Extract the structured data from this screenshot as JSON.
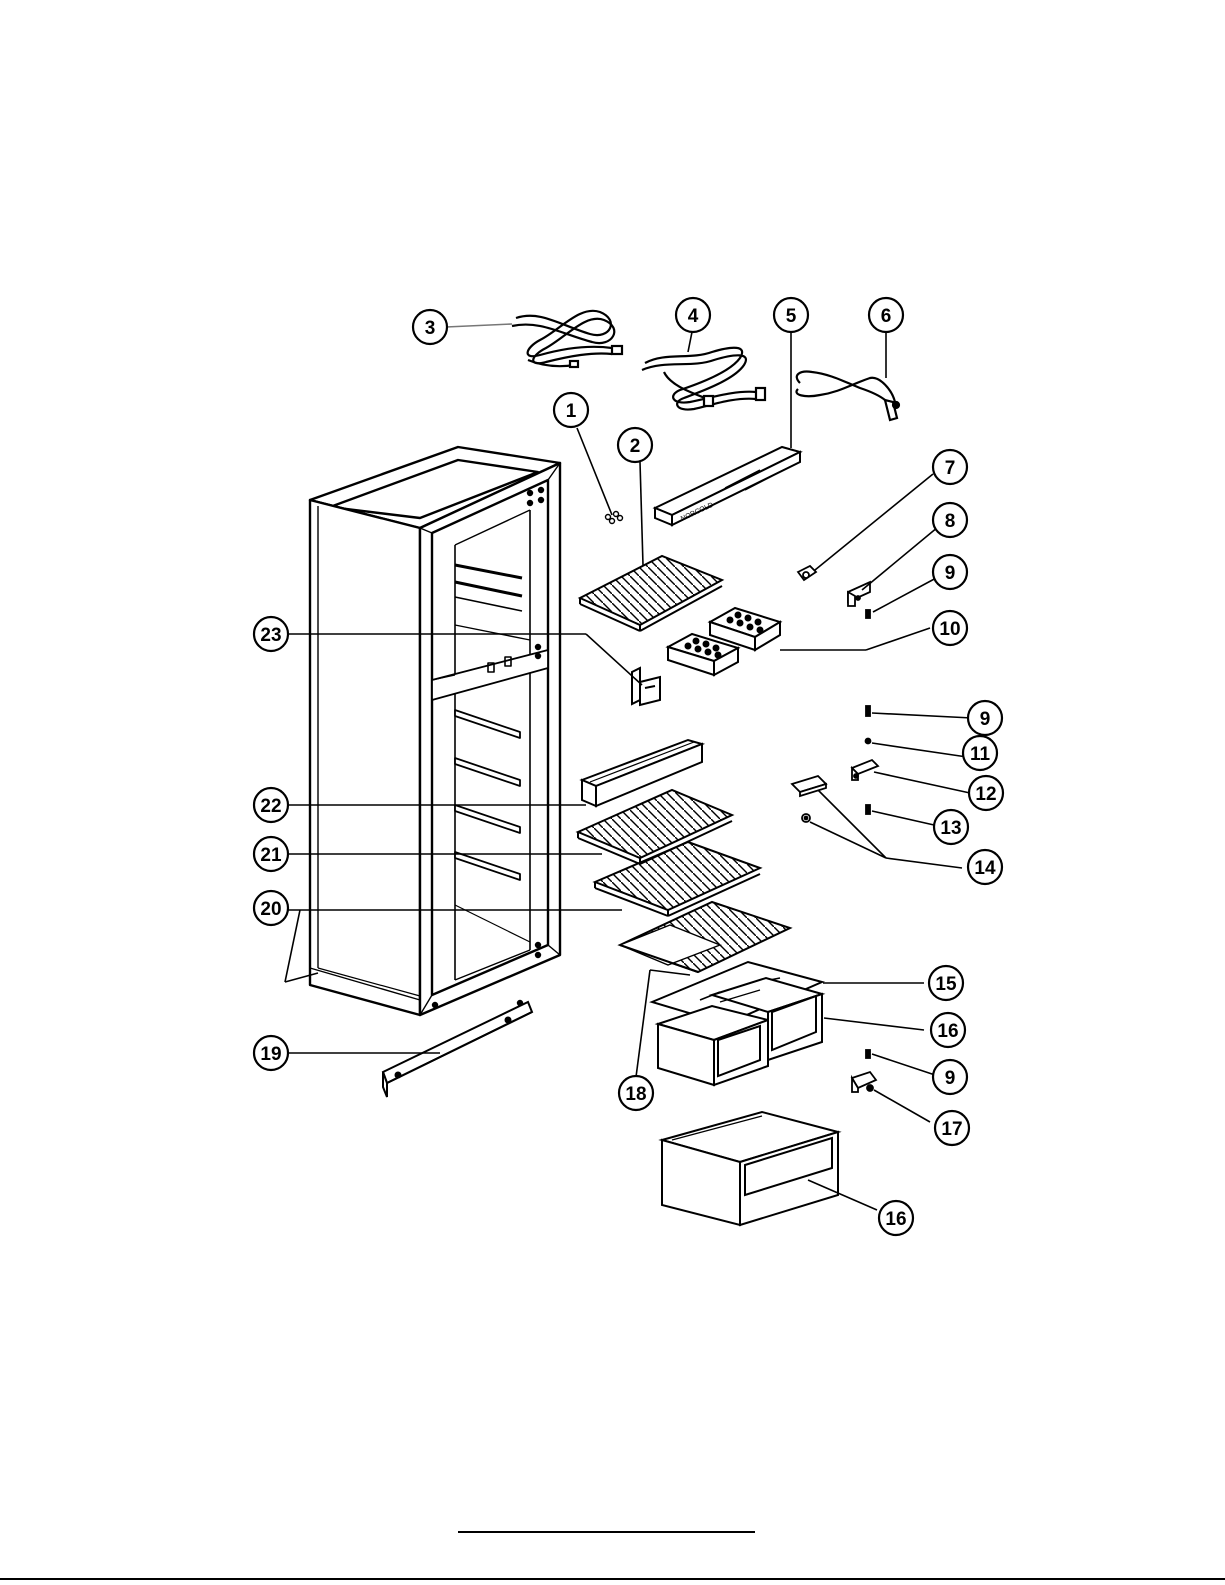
{
  "diagram": {
    "type": "exploded-parts-view",
    "subject": "refrigerator cabinet",
    "callouts": [
      {
        "id": "c1",
        "label": "1"
      },
      {
        "id": "c2",
        "label": "2"
      },
      {
        "id": "c3",
        "label": "3"
      },
      {
        "id": "c4",
        "label": "4"
      },
      {
        "id": "c5",
        "label": "5"
      },
      {
        "id": "c6",
        "label": "6"
      },
      {
        "id": "c7",
        "label": "7"
      },
      {
        "id": "c8",
        "label": "8"
      },
      {
        "id": "c9a",
        "label": "9"
      },
      {
        "id": "c10",
        "label": "10"
      },
      {
        "id": "c9b",
        "label": "9"
      },
      {
        "id": "c11",
        "label": "11"
      },
      {
        "id": "c12",
        "label": "12"
      },
      {
        "id": "c13",
        "label": "13"
      },
      {
        "id": "c14",
        "label": "14"
      },
      {
        "id": "c15",
        "label": "15"
      },
      {
        "id": "c16a",
        "label": "16"
      },
      {
        "id": "c9c",
        "label": "9"
      },
      {
        "id": "c17",
        "label": "17"
      },
      {
        "id": "c16b",
        "label": "16"
      },
      {
        "id": "c18",
        "label": "18"
      },
      {
        "id": "c19",
        "label": "19"
      },
      {
        "id": "c20",
        "label": "20"
      },
      {
        "id": "c21",
        "label": "21"
      },
      {
        "id": "c22",
        "label": "22"
      },
      {
        "id": "c23",
        "label": "23"
      }
    ],
    "part_label_text": "NORCOLD"
  }
}
